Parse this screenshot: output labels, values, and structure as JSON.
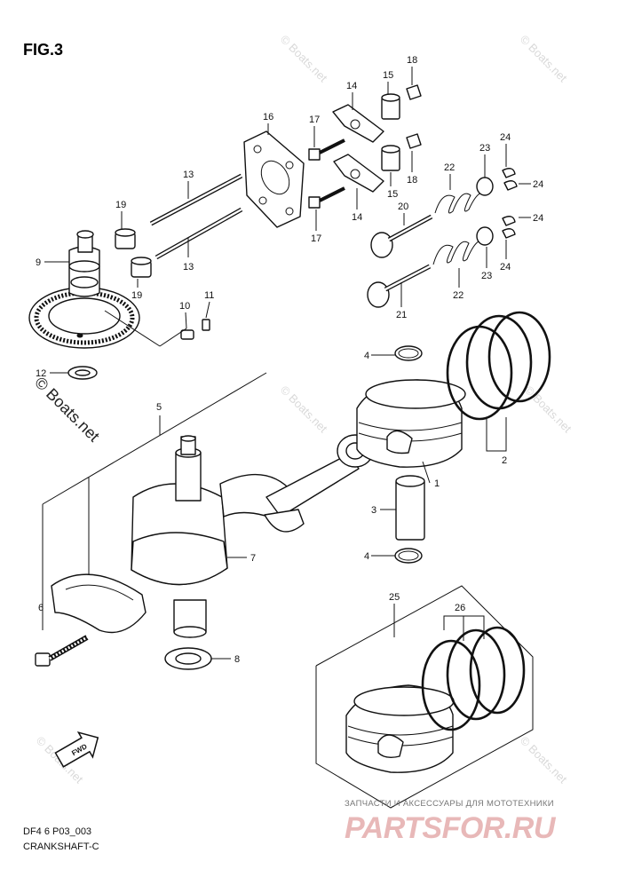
{
  "figure": {
    "title": "FIG.3",
    "code": "DF4 6 P03_003",
    "name": "CRANKSHAFT-C"
  },
  "watermark": {
    "primary": "© Boats.net",
    "secondary": "© Boats.net"
  },
  "brand": {
    "tagline": "ЗАПЧАСТИ И АКСЕССУАРЫ ДЛЯ МОТОТЕХНИКИ",
    "logo": "PARTSFOR.RU"
  },
  "direction_arrow": {
    "label": "FWD"
  },
  "callouts": [
    {
      "id": "c1",
      "text": "1"
    },
    {
      "id": "c2",
      "text": "2"
    },
    {
      "id": "c3",
      "text": "3"
    },
    {
      "id": "c4a",
      "text": "4"
    },
    {
      "id": "c4b",
      "text": "4"
    },
    {
      "id": "c5",
      "text": "5"
    },
    {
      "id": "c6",
      "text": "6"
    },
    {
      "id": "c7",
      "text": "7"
    },
    {
      "id": "c8",
      "text": "8"
    },
    {
      "id": "c9",
      "text": "9"
    },
    {
      "id": "c10",
      "text": "10"
    },
    {
      "id": "c11",
      "text": "11"
    },
    {
      "id": "c12",
      "text": "12"
    },
    {
      "id": "c13a",
      "text": "13"
    },
    {
      "id": "c13b",
      "text": "13"
    },
    {
      "id": "c14a",
      "text": "14"
    },
    {
      "id": "c14b",
      "text": "14"
    },
    {
      "id": "c15a",
      "text": "15"
    },
    {
      "id": "c15b",
      "text": "15"
    },
    {
      "id": "c16",
      "text": "16"
    },
    {
      "id": "c17a",
      "text": "17"
    },
    {
      "id": "c17b",
      "text": "17"
    },
    {
      "id": "c18a",
      "text": "18"
    },
    {
      "id": "c18b",
      "text": "18"
    },
    {
      "id": "c19a",
      "text": "19"
    },
    {
      "id": "c19b",
      "text": "19"
    },
    {
      "id": "c20",
      "text": "20"
    },
    {
      "id": "c21",
      "text": "21"
    },
    {
      "id": "c22a",
      "text": "22"
    },
    {
      "id": "c22b",
      "text": "22"
    },
    {
      "id": "c23a",
      "text": "23"
    },
    {
      "id": "c23b",
      "text": "23"
    },
    {
      "id": "c24a",
      "text": "24"
    },
    {
      "id": "c24b",
      "text": "24"
    },
    {
      "id": "c24c",
      "text": "24"
    },
    {
      "id": "c24d",
      "text": "24"
    },
    {
      "id": "c25",
      "text": "25"
    },
    {
      "id": "c26",
      "text": "26"
    }
  ]
}
